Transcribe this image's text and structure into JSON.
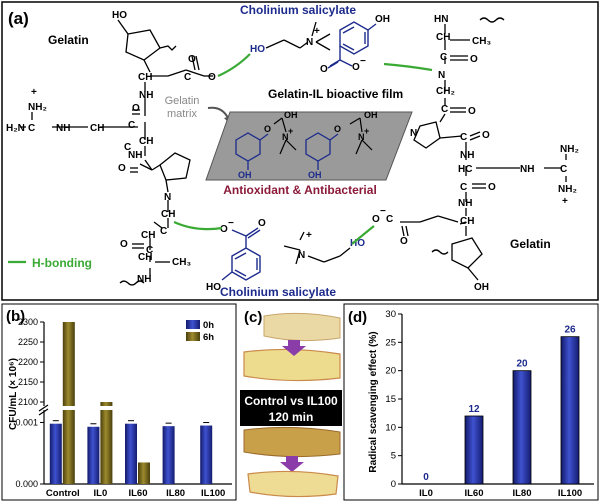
{
  "panel_a": {
    "label": "(a)",
    "gelatin_left": "Gelatin",
    "gelatin_right": "Gelatin",
    "cholinium_top": "Cholinium salicylate",
    "cholinium_bottom": "Cholinium salicylate",
    "film_title": "Gelatin-IL bioactive film",
    "matrix_line1": "Gelatin",
    "matrix_line2": "matrix",
    "bioactivity": "Antioxidant & Antibacterial",
    "legend_hbond": "H-bonding",
    "colors": {
      "cholinium": "#1c2a8c",
      "bioactivity": "#8b1a3a",
      "hbond": "#3aaa35",
      "film": "#9a9a9a"
    }
  },
  "panel_c": {
    "label": "(c)",
    "caption_line1": "Control vs IL100",
    "caption_line2": "120 min",
    "colors": {
      "apple_fresh": "#efdc94",
      "apple_browned": "#caa14e",
      "arrow": "#8a3ca8"
    }
  },
  "chart_data": [
    {
      "panel": "(b)",
      "type": "bar",
      "ylabel": "CFU/mL (× 10⁶)",
      "categories": [
        "Control",
        "IL0",
        "IL60",
        "IL80",
        "IL100"
      ],
      "series": [
        {
          "name": "0h",
          "color": "#2b3aa6",
          "values": [
            0.00098,
            0.00093,
            0.00098,
            0.00094,
            0.00095
          ]
        },
        {
          "name": "6h",
          "color": "#7a6a1e",
          "values": [
            2300,
            2100,
            0.00035,
            0,
            0
          ]
        }
      ],
      "axis_break": true,
      "ylim_lower": [
        0,
        0.0013
      ],
      "ylim_upper": [
        2075,
        2300
      ],
      "yticks_lower": [
        "0.000",
        "0.001"
      ],
      "yticks_upper": [
        "2100",
        "2150",
        "2200",
        "2250",
        "2300"
      ],
      "legend": "top-right",
      "grid": false
    },
    {
      "panel": "(d)",
      "type": "bar",
      "ylabel": "Radical scavenging effect (%)",
      "categories": [
        "IL0",
        "IL60",
        "IL80",
        "IL100"
      ],
      "values": [
        0,
        12,
        20,
        26
      ],
      "data_labels": [
        "0",
        "12",
        "20",
        "26"
      ],
      "ylim": [
        0,
        30
      ],
      "yticks": [
        "0",
        "5",
        "10",
        "15",
        "20",
        "25",
        "30"
      ],
      "color": "#2b3aa6",
      "grid": false
    }
  ]
}
